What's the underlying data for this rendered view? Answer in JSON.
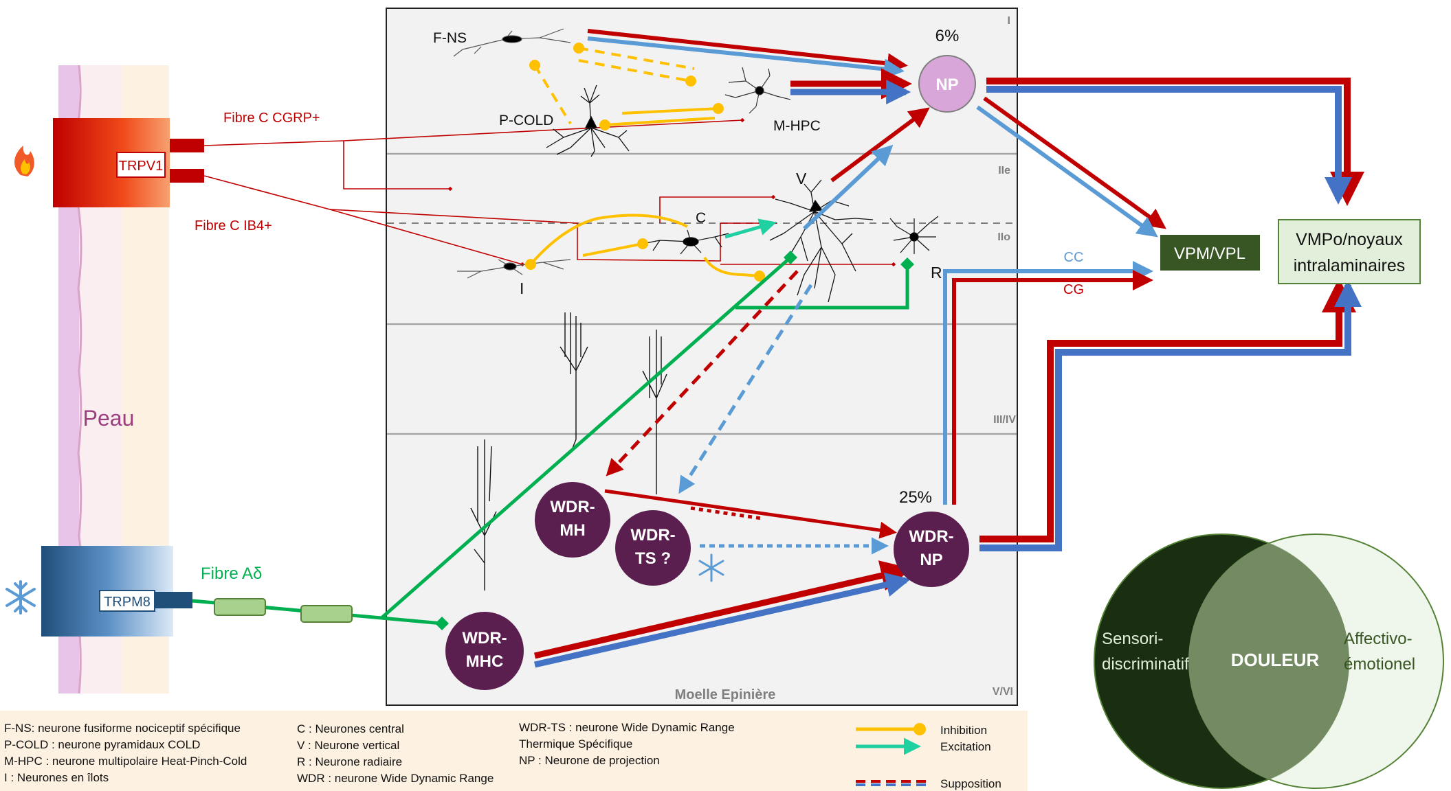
{
  "skin": {
    "label": "Peau",
    "trpv1": "TRPV1",
    "trpm8": "TRPM8",
    "fibre_cgrp": "Fibre C CGRP+",
    "fibre_ib4": "Fibre C IB4+",
    "fibre_ad": "Fibre Aδ",
    "hot_icon": "flame-icon",
    "cold_icon": "snowflake-icon"
  },
  "spinal_cord": {
    "label": "Moelle Epinière",
    "laminae": [
      "I",
      "IIe",
      "IIo",
      "III/IV",
      "V/VI"
    ]
  },
  "neurons": {
    "fns": "F-NS",
    "pcold": "P-COLD",
    "mhpc": "M-HPC",
    "v": "V",
    "c": "C",
    "i": "I",
    "r": "R",
    "np": "NP",
    "np_pct": "6%",
    "wdr_mh": [
      "WDR-",
      "MH"
    ],
    "wdr_ts": [
      "WDR-",
      "TS ?"
    ],
    "wdr_np": [
      "WDR-",
      "NP"
    ],
    "wdr_np_pct": "25%",
    "wdr_mhc": [
      "WDR-",
      "MHC"
    ]
  },
  "targets": {
    "vpm": "VPM/VPL",
    "vmpo": [
      "VMPo/noyaux",
      "intralaminaires"
    ],
    "cc": "CC",
    "cg": "CG"
  },
  "venn": {
    "left": [
      "Sensori-",
      "discriminatif"
    ],
    "right": [
      "Affectivo-",
      "émotionel"
    ],
    "center": "DOULEUR"
  },
  "legend": {
    "col1": [
      "F-NS: neurone fusiforme nociceptif spécifique",
      "P-COLD : neurone pyramidaux COLD",
      "M-HPC : neurone multipolaire Heat-Pinch-Cold",
      "I : Neurones en îlots"
    ],
    "col2": [
      "C : Neurones central",
      "V : Neurone vertical",
      "R : Neurone radiaire",
      "WDR : neurone Wide Dynamic Range"
    ],
    "col3": [
      "WDR-TS : neurone Wide Dynamic Range",
      "Thermique Spécifique",
      "NP : Neurone de projection"
    ],
    "keys": [
      "Inhibition",
      "Excitation",
      "Supposition"
    ]
  },
  "colors": {
    "red": "#c00000",
    "blue": "#5b9bd5",
    "darkblue": "#4472c4",
    "green": "#00b050",
    "orange": "#ffc000",
    "teal": "#1fd0a0",
    "purple": "#5b1f4f",
    "np_fill": "#d9a6d9",
    "vpm_fill": "#375623",
    "vmpo_fill": "#e2efda"
  }
}
